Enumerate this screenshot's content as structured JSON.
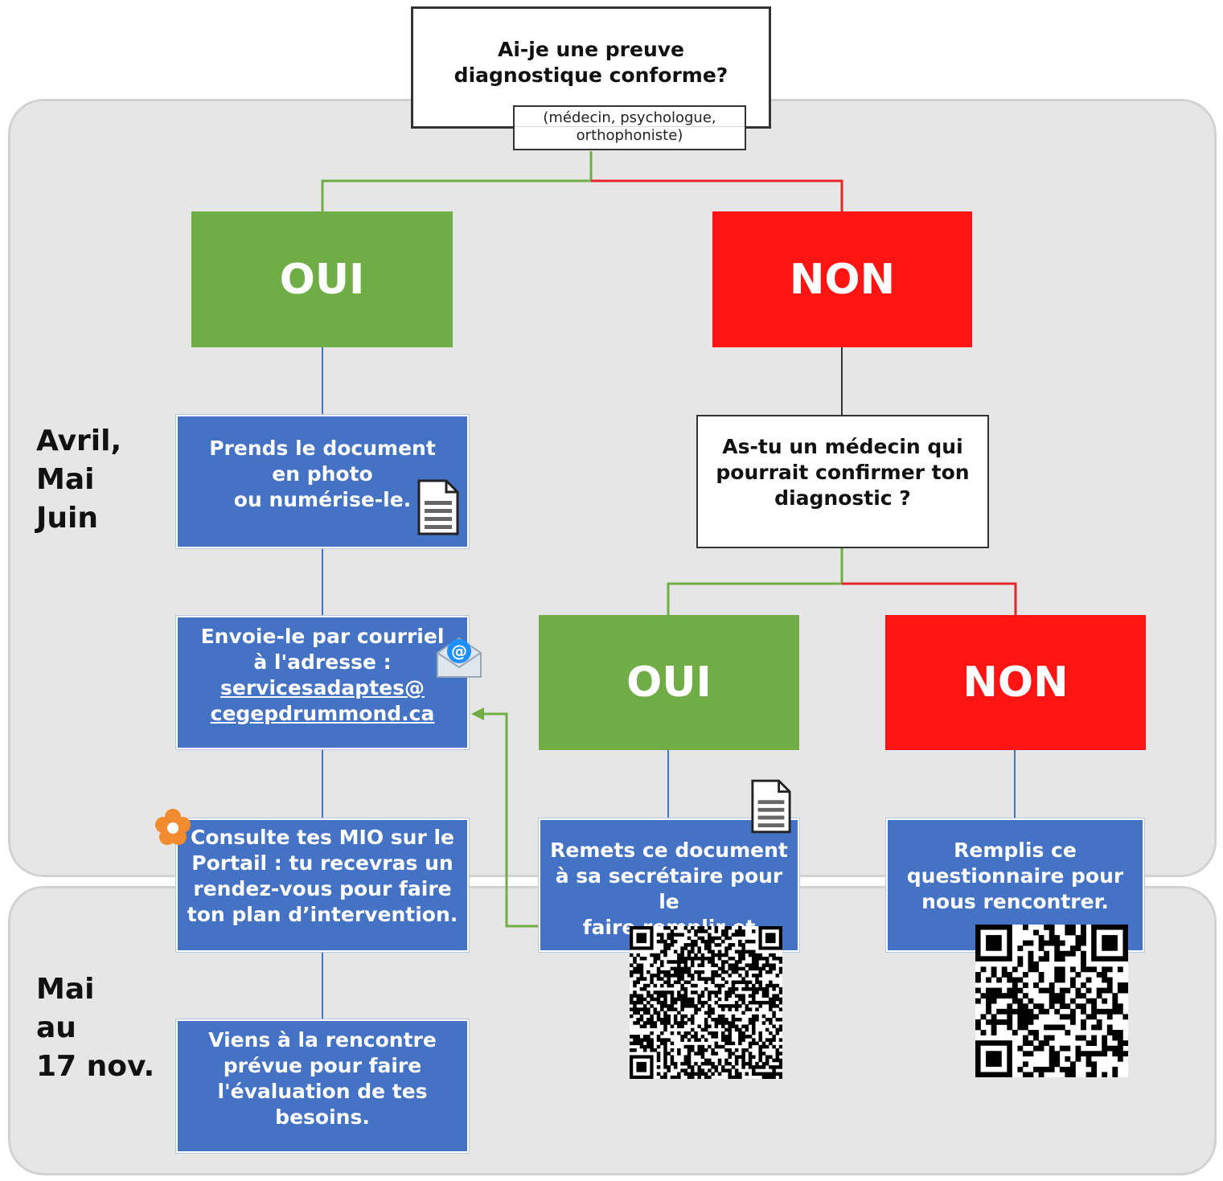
{
  "question_main": {
    "line1": "Ai-je une preuve",
    "line2": "diagnostique conforme?",
    "subnote_line1": "(médecin, psychologue,",
    "subnote_line2": "orthophoniste)"
  },
  "branch_top": {
    "yes": "OUI",
    "no": "NON"
  },
  "question_doctor": {
    "line1": "As-tu un médecin qui",
    "line2": "pourrait confirmer ton",
    "line3": "diagnostic ?"
  },
  "branch_bottom": {
    "yes": "OUI",
    "no": "NON"
  },
  "steps": {
    "photo": {
      "line1": "Prends le document",
      "line2": "en photo",
      "line3": "ou numérise-le."
    },
    "email": {
      "line1": "Envoie-le par courriel",
      "line2": "à l'adresse :",
      "address1": "servicesadaptes@",
      "address2": "cegepdrummond.ca"
    },
    "mio": {
      "line1": "Consulte tes MIO sur le",
      "line2": "Portail : tu recevras un",
      "line3": "rendez-vous pour faire",
      "line4": "ton plan d’intervention."
    },
    "meeting": {
      "line1": "Viens à la rencontre",
      "line2": "prévue pour faire",
      "line3": "l'évaluation de tes",
      "line4": "besoins."
    },
    "secretary": {
      "line1": "Remets ce document",
      "line2": "à sa secrétaire pour le",
      "line3": "faire remplir et signer."
    },
    "questionnaire": {
      "line1": "Remplis ce",
      "line2": "questionnaire pour",
      "line3": "nous rencontrer."
    }
  },
  "periods": {
    "first": {
      "line1": "Avril,",
      "line2": "Mai",
      "line3": "Juin"
    },
    "second": {
      "line1": "Mai",
      "line2": "au",
      "line3": "17 nov."
    }
  },
  "colors": {
    "yes_green": "#70ad47",
    "no_red": "#ff1414",
    "step_blue": "#4472c4",
    "band_gray": "#e6e6e6"
  },
  "icons": [
    "document-icon",
    "email-icon",
    "flower-icon",
    "qr-code-icon"
  ]
}
